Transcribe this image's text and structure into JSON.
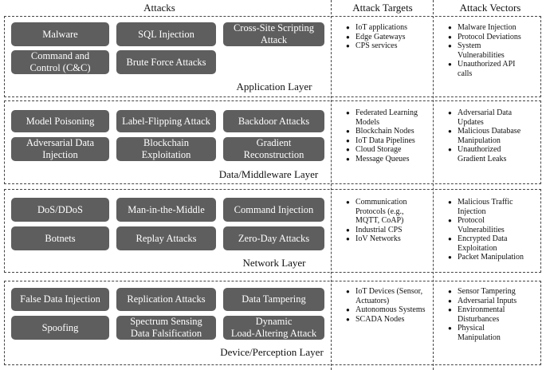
{
  "headers": {
    "attacks": "Attacks",
    "targets": "Attack Targets",
    "vectors": "Attack Vectors"
  },
  "layers": [
    {
      "title": "Application Layer",
      "attacks": [
        "Malware",
        "SQL Injection",
        "Cross-Site Scripting\nAttack",
        "Command and\nControl (C&C)",
        "Brute Force Attacks"
      ],
      "targets": [
        "IoT applications",
        "Edge Gateways",
        "CPS services"
      ],
      "vectors": [
        "Malware Injection",
        "Protocol Deviations",
        "System\nVulnerabilities",
        "Unauthorized API\ncalls"
      ]
    },
    {
      "title": "Data/Middleware Layer",
      "attacks": [
        "Model Poisoning",
        "Label-Flipping Attack",
        "Backdoor Attacks",
        "Adversarial Data\nInjection",
        "Blockchain\nExploitation",
        "Gradient\nReconstruction"
      ],
      "targets": [
        "Federated Learning\nModels",
        "Blockchain Nodes",
        "IoT Data Pipelines",
        "Cloud Storage",
        "Message Queues"
      ],
      "vectors": [
        "Adversarial Data\nUpdates",
        "Malicious Database\nManipulation",
        "Unauthorized\nGradient Leaks"
      ]
    },
    {
      "title": "Network Layer",
      "attacks": [
        "DoS/DDoS",
        "Man-in-the-Middle",
        "Command Injection",
        "Botnets",
        "Replay Attacks",
        "Zero-Day Attacks"
      ],
      "targets": [
        "Communication\nProtocols (e.g.,\nMQTT, CoAP)",
        "Industrial CPS",
        "IoV Networks"
      ],
      "vectors": [
        "Malicious Traffic\nInjection",
        "Protocol\nVulnerabilities",
        "Encrypted Data\nExploitation",
        "Packet Manipulation"
      ]
    },
    {
      "title": "Device/Perception Layer",
      "attacks": [
        "False Data Injection",
        "Replication Attacks",
        "Data Tampering",
        "Spoofing",
        "Spectrum Sensing\nData Falsification",
        "Dynamic\nLoad-Altering Attack"
      ],
      "targets": [
        "IoT Devices (Sensor,\nActuators)",
        "Autonomous Systems",
        "SCADA Nodes"
      ],
      "vectors": [
        "Sensor Tampering",
        "Adversarial Inputs",
        "Environmental\nDisturbances",
        "Physical\nManipulation"
      ]
    }
  ]
}
